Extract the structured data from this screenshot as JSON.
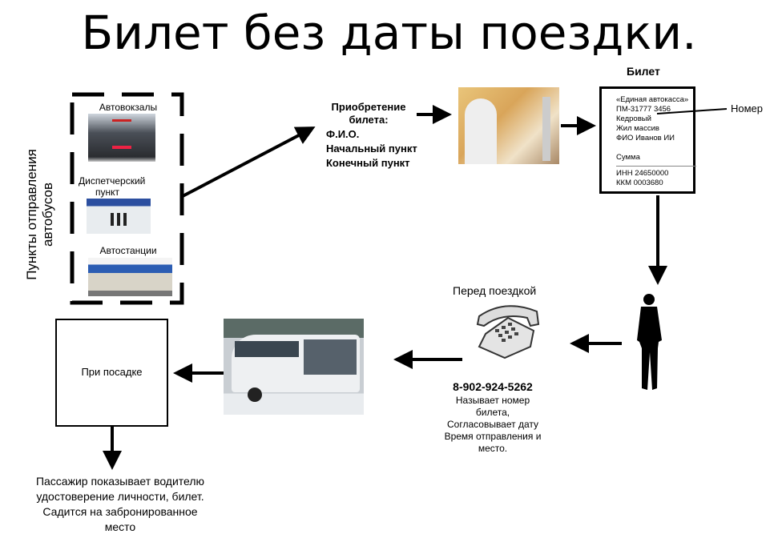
{
  "title": "Билет без даты поездки.",
  "departure_points": {
    "vertical_label": "Пункты отправления автобусов",
    "items": [
      {
        "label": "Автовокзалы",
        "icon": "bus-terminal-photo"
      },
      {
        "label": "Диспетчерский пункт",
        "icon": "dispatch-office-photo"
      },
      {
        "label": "Автостанции",
        "icon": "bus-station-photo"
      }
    ]
  },
  "purchase": {
    "heading": "Приобретение билета:",
    "fields": [
      "Ф.И.О.",
      "Начальный пункт",
      "Конечный пункт"
    ],
    "icon": "cashier-photo"
  },
  "ticket": {
    "heading": "Билет",
    "lines": [
      "«Единая автокасса»",
      "ПМ-31777 3456",
      "Кедровый",
      "Жил массив",
      "ФИО Иванов ИИ"
    ],
    "sum_label": "Сумма",
    "footer_lines": [
      "ИНН 24650000",
      "ККМ 0003680"
    ],
    "number_callout": "Номер"
  },
  "before_trip": {
    "heading": "Перед поездкой",
    "phone": "8-902-924-5262",
    "description": [
      "Называет номер",
      "билета,",
      "Согласовывает дату",
      "Время отправления и",
      "место."
    ],
    "icon": "telephone-icon"
  },
  "passenger": {
    "icon": "person-silhouette-icon"
  },
  "bus": {
    "icon": "bus-photo"
  },
  "boarding": {
    "label": "При посадке",
    "description": [
      "Пассажир показывает водителю",
      "удостоверение личности, билет.",
      "Садится на забронированное",
      "место"
    ]
  }
}
